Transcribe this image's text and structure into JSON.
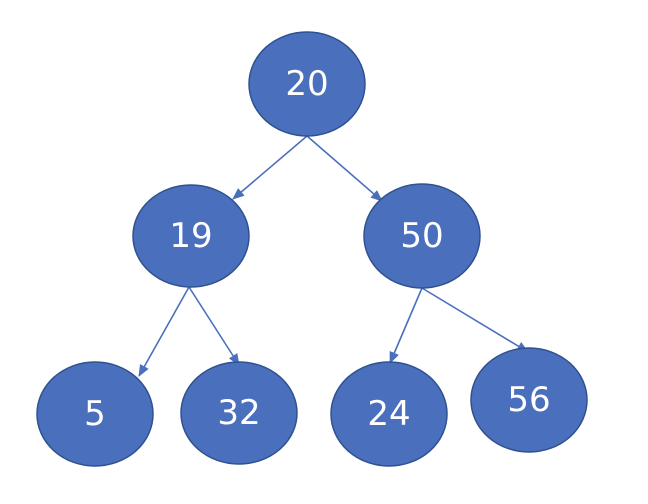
{
  "colors": {
    "node_fill": "#4a6fbd",
    "edge": "#4a6fbd"
  },
  "tree": {
    "nodes": [
      {
        "id": "n20",
        "label": "20"
      },
      {
        "id": "n19",
        "label": "19"
      },
      {
        "id": "n50",
        "label": "50"
      },
      {
        "id": "n5",
        "label": "5"
      },
      {
        "id": "n32",
        "label": "32"
      },
      {
        "id": "n24",
        "label": "24"
      },
      {
        "id": "n56",
        "label": "56"
      }
    ],
    "edges": [
      {
        "from": "n20",
        "to": "n19"
      },
      {
        "from": "n20",
        "to": "n50"
      },
      {
        "from": "n19",
        "to": "n5"
      },
      {
        "from": "n19",
        "to": "n32"
      },
      {
        "from": "n50",
        "to": "n24"
      },
      {
        "from": "n50",
        "to": "n56"
      }
    ]
  }
}
